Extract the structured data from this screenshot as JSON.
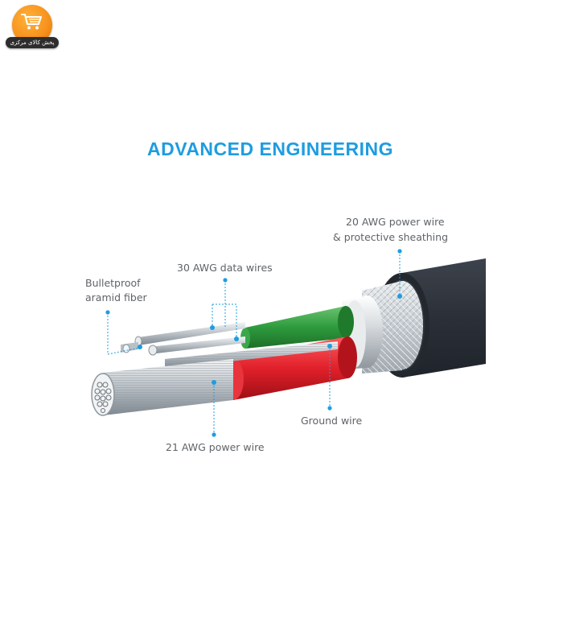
{
  "logo": {
    "name": "cart-logo",
    "ribbon_text": "پخش کالای مرکزی",
    "colors": {
      "disc": "#f7931e",
      "ribbon": "#2d2d2d"
    }
  },
  "headline": "ADVANCED ENGINEERING",
  "annotations": {
    "power_20awg_line1": "20 AWG power wire",
    "power_20awg_line2": "& protective sheathing",
    "data_30awg": "30 AWG data wires",
    "aramid_line1": "Bulletproof",
    "aramid_line2": "aramid fiber",
    "ground": "Ground wire",
    "power_21awg": "21 AWG power wire"
  },
  "colors": {
    "accent": "#1e9de0",
    "label_text": "#5f6368",
    "jacket": "#2b3038",
    "green_wire": "#2e9b3e",
    "red_wire": "#e0202a"
  }
}
